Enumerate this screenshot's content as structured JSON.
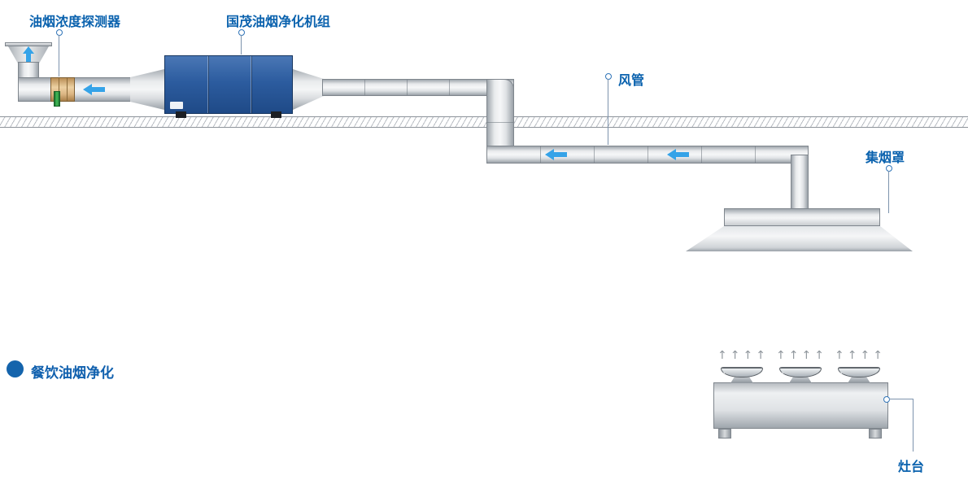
{
  "diagram": {
    "caption": "餐饮油烟净化",
    "labels": {
      "detector": "油烟浓度探测器",
      "purifier": "国茂油烟净化机组",
      "duct": "风管",
      "hood": "集烟罩",
      "stove": "灶台"
    },
    "icons": {
      "flow_arrow": "left-arrow",
      "exhaust_arrow": "up-arrow",
      "steam_arrows": "↑↑↑↑"
    },
    "colors": {
      "label_text": "#0a62ae",
      "flow_arrow_blue": "#35a3e8",
      "purifier_blue": "#2c5c9f",
      "caption_bullet": "#1464ac",
      "detector_body": "#dcb684",
      "detector_probe_green": "#2f9e41",
      "duct_metal": "#e9ebed"
    }
  }
}
